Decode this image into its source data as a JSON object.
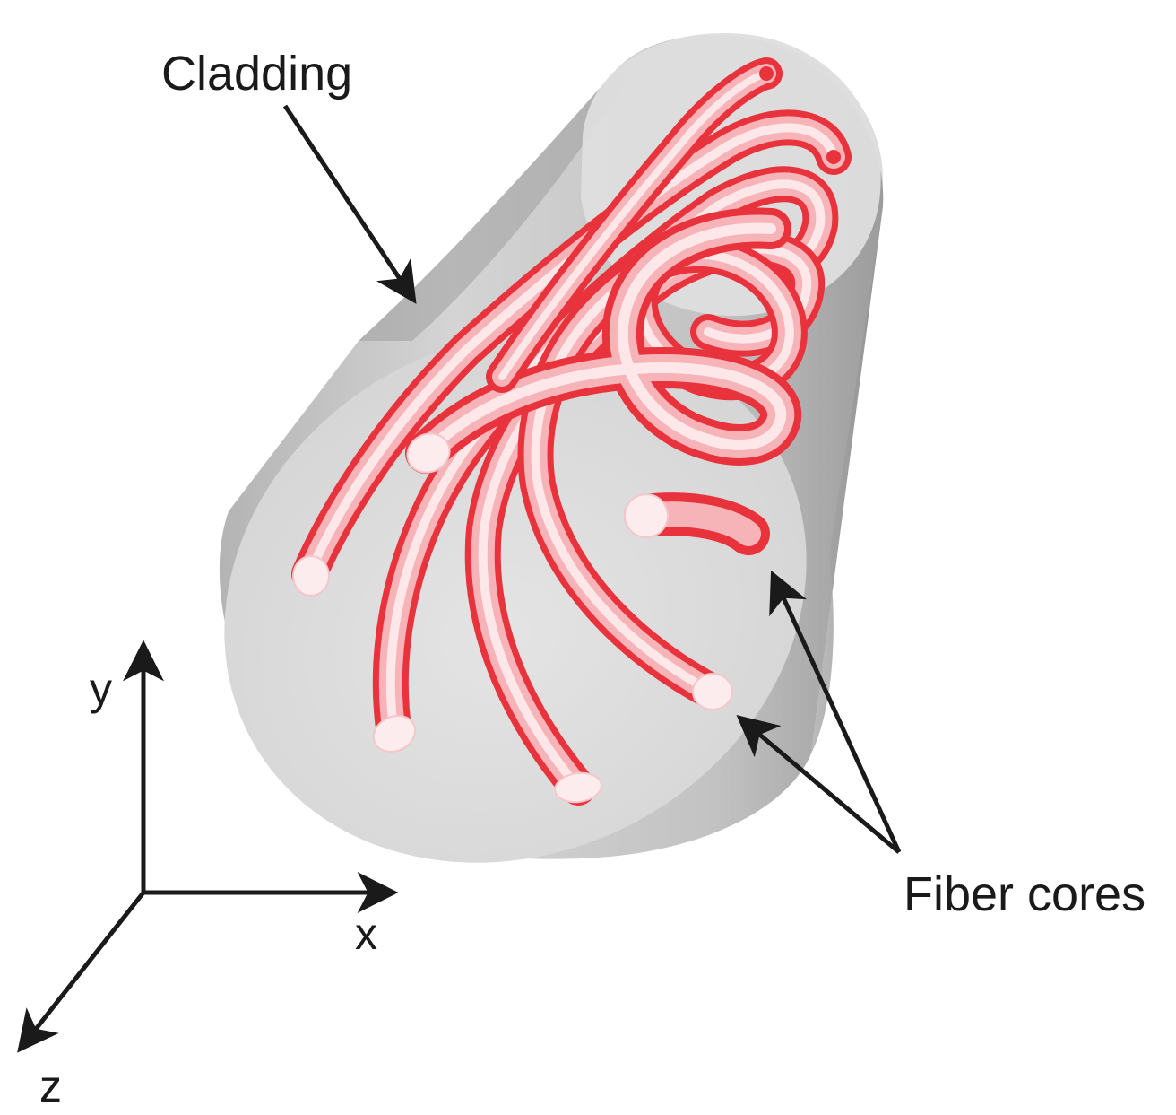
{
  "labels": {
    "cladding": "Cladding",
    "fiber_cores": "Fiber cores"
  },
  "axes": {
    "x": "x",
    "y": "y",
    "z": "z"
  },
  "colors": {
    "cladding_light": "#dcdcdc",
    "cladding_shadow": "#a6a6a6",
    "core_red": "#e8323c",
    "core_pink": "#f6b3b8",
    "core_tip": "#fdeced",
    "ink": "#1a1a1a"
  }
}
